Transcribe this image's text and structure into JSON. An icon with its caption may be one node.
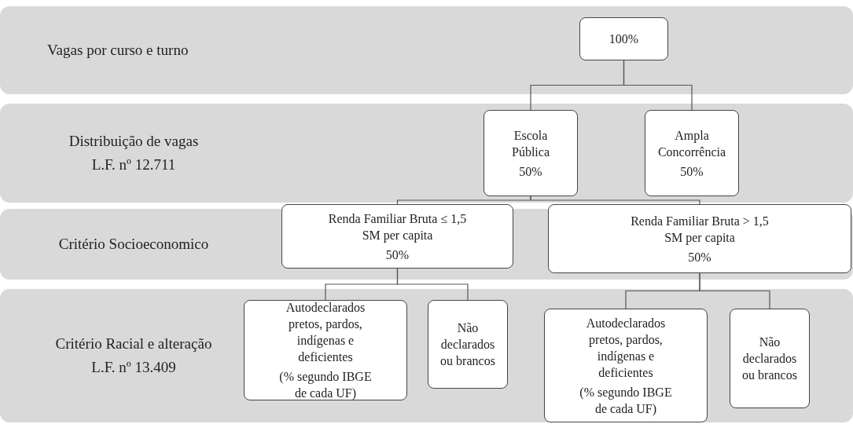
{
  "diagram": {
    "nodes": [
      {
        "text": [
          "Vagas por curso e turno"
        ]
      },
      {
        "text": [
          "100%"
        ],
        "in": 0
      },
      {
        "text": [
          "Distribuição de vagas L.F. nº 12.711"
        ]
      },
      {
        "text": [
          "Escola Pública",
          "50%"
        ],
        "in": 2
      },
      {
        "text": [
          "Ampla Concorrência",
          "50%"
        ],
        "in": 2
      },
      {
        "text": [
          "Critério Socioeconomico"
        ]
      },
      {
        "text": [
          "Renda Familiar Bruta ≤ 1,5 SM per capita",
          "50%"
        ],
        "in": 5
      },
      {
        "text": [
          "Renda Familiar Bruta > 1,5 SM per capita",
          "50%"
        ],
        "in": 5
      },
      {
        "text": [
          "Critério Racial e alteração L.F. nº 13.409"
        ]
      },
      {
        "text": [
          "Autodeclarados pretos, pardos, indígenas e deficientes",
          "(% segundo IBGE de cada UF)"
        ],
        "in": 8
      },
      {
        "text": [
          "Não declarados ou brancos"
        ],
        "in": 8
      },
      {
        "text": [
          "Autodeclarados pretos, pardos, indígenas e deficientes",
          "(% segundo IBGE de cada UF)"
        ],
        "in": 8
      },
      {
        "text": [
          "Não declarados ou brancos"
        ],
        "in": 8
      }
    ],
    "edges": [
      {
        "from": 1,
        "to": 3,
        "arrow": "none"
      },
      {
        "from": 1,
        "to": 4,
        "arrow": "none"
      },
      {
        "from": 3,
        "to": 6,
        "arrow": "none"
      },
      {
        "from": 3,
        "to": 7,
        "arrow": "none"
      },
      {
        "from": 6,
        "to": 9,
        "arrow": "none"
      },
      {
        "from": 6,
        "to": 10,
        "arrow": "none"
      },
      {
        "from": 7,
        "to": 11,
        "arrow": "none"
      },
      {
        "from": 7,
        "to": 12,
        "arrow": "none"
      }
    ]
  }
}
